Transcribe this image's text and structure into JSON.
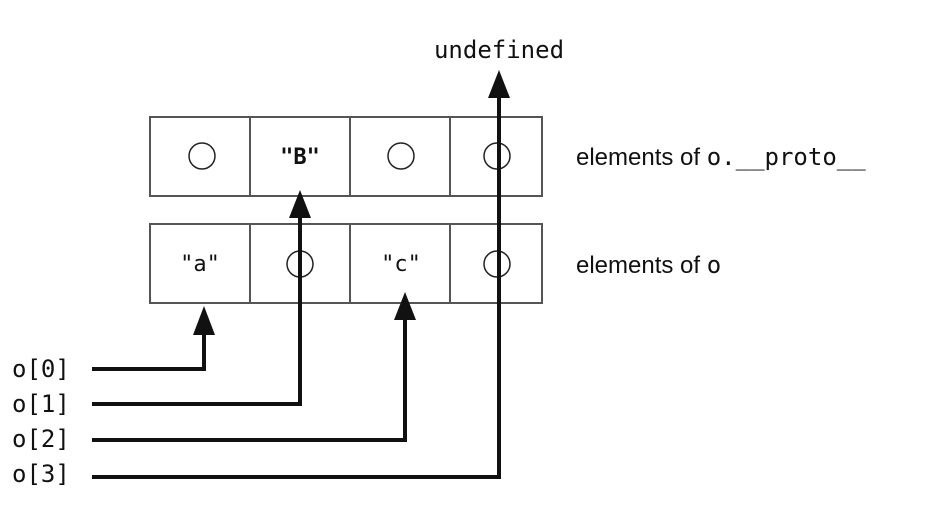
{
  "top_label": "undefined",
  "proto_row": {
    "label_prefix": "elements of ",
    "label_code": "o.__proto__",
    "cells": [
      "",
      "\"B\"",
      "",
      ""
    ]
  },
  "own_row": {
    "label_prefix": "elements of ",
    "label_code": "o",
    "cells": [
      "\"a\"",
      "",
      "\"c\"",
      ""
    ]
  },
  "accesses": [
    "o[0]",
    "o[1]",
    "o[2]",
    "o[3]"
  ]
}
